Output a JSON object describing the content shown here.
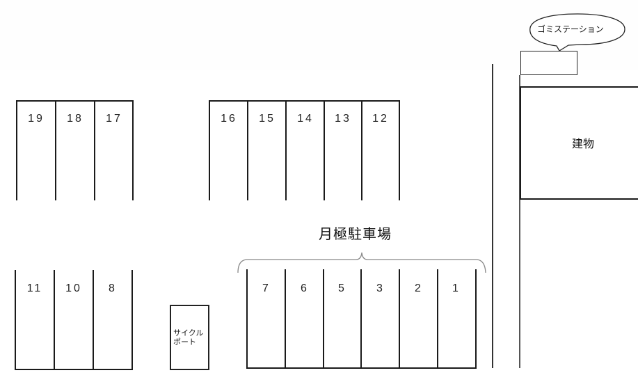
{
  "diagram": {
    "title": "月極駐車場",
    "building_label": "建物",
    "garbage_label": "ゴミステーション",
    "cycle_port_label_line1": "サイクル",
    "cycle_port_label_line2": "ポート"
  },
  "parking": {
    "top_left": [
      "19",
      "18",
      "17"
    ],
    "top_middle": [
      "16",
      "15",
      "14",
      "13",
      "12"
    ],
    "bottom_left": [
      "11",
      "10",
      "8"
    ],
    "bottom_right": [
      "7",
      "6",
      "5",
      "3",
      "2",
      "1"
    ]
  },
  "colors": {
    "line": "#1a1a1a",
    "background": "#ffffff"
  }
}
